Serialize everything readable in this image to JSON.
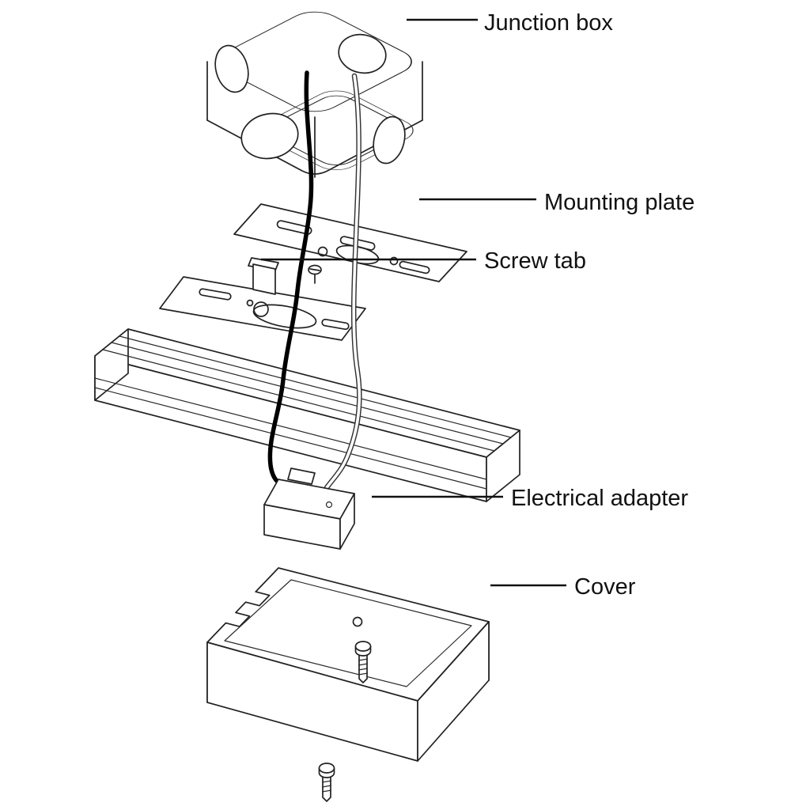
{
  "diagram": {
    "background_color": "#ffffff",
    "line_color": "#222222",
    "labels": {
      "junction_box": "Junction box",
      "mounting_plate": "Mounting plate",
      "screw_tab": "Screw tab",
      "electrical_adapter": "Electrical adapter",
      "cover": "Cover"
    }
  }
}
